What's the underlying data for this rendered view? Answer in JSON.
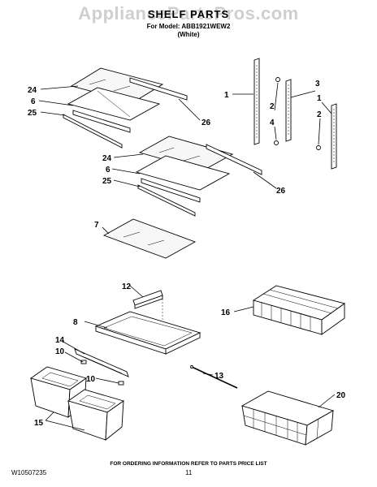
{
  "watermark": "AppliancePartsPros.com",
  "header": {
    "title": "SHELF PARTS",
    "model_line": "For Model: ABB1921WEW2",
    "color_line": "(White)"
  },
  "callouts": {
    "c1a": "1",
    "c1b": "1",
    "c2a": "2",
    "c2b": "2",
    "c3": "3",
    "c4": "4",
    "c24a": "24",
    "c6a": "6",
    "c25a": "25",
    "c26a": "26",
    "c24b": "24",
    "c6b": "6",
    "c25b": "25",
    "c26b": "26",
    "c7": "7",
    "c12": "12",
    "c8": "8",
    "c16": "16",
    "c14": "14",
    "c10a": "10",
    "c10b": "10",
    "c13": "13",
    "c15": "15",
    "c20": "20"
  },
  "footer": {
    "note": "FOR ORDERING INFORMATION REFER TO PARTS PRICE LIST",
    "doc_number": "W10507235",
    "page_number": "11"
  }
}
